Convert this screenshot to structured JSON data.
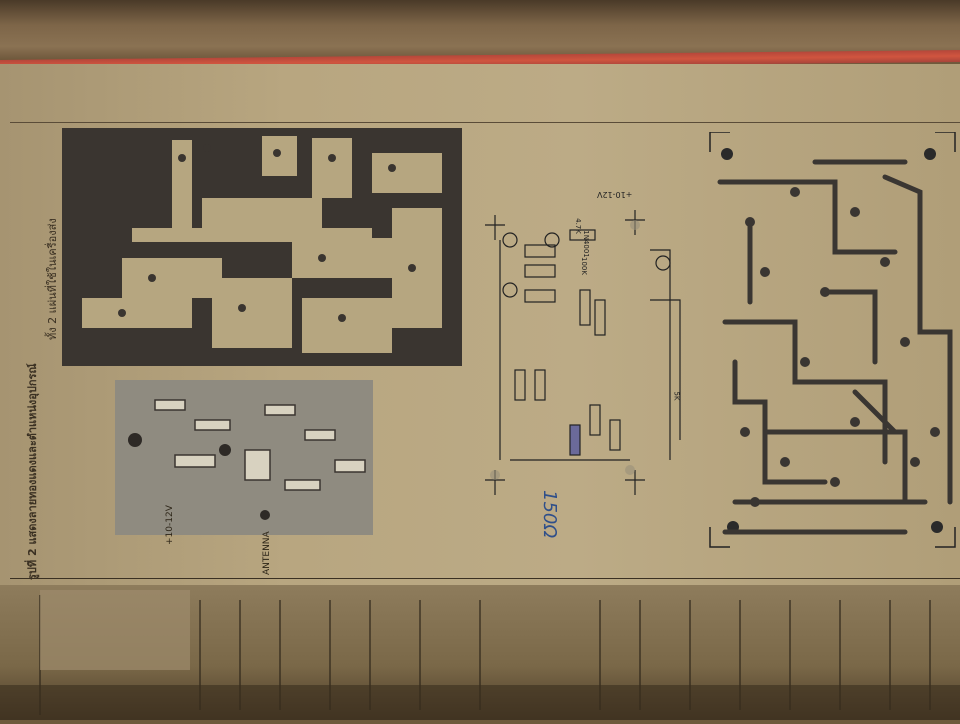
{
  "caption": {
    "figure_label": "รูปที่ 2",
    "line1": "แสดงลายทองแดงและตำแหน่งอุปกรณ์",
    "line2": "ทั้ง 2 แผ่นที่ใช้ในเครื่องส่ง"
  },
  "small_board": {
    "antenna_label": "ANTENNA",
    "supply_label": "+10-12V"
  },
  "layout_diagram": {
    "supply_label": "+10-12V",
    "diode_label": "1N4001",
    "resistor_label": "4.7K",
    "pot_label": "100K",
    "trim_label": "5K",
    "handwritten_note": "150Ω"
  },
  "colors": {
    "page": "#b8a680",
    "copper_dark": "#3a3530",
    "trace": "#4a4540",
    "red_edge": "#d0553f"
  }
}
